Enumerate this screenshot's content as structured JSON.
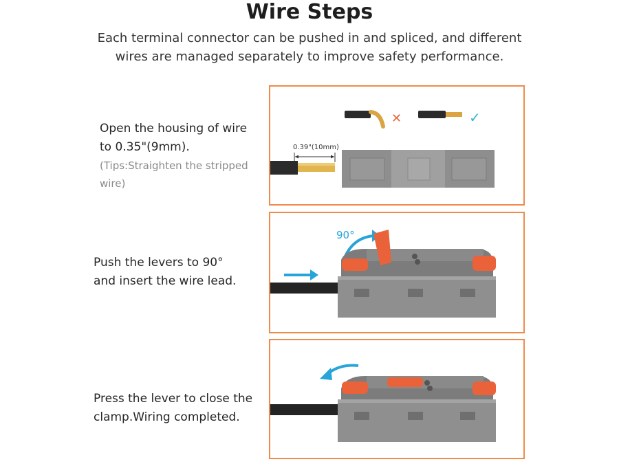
{
  "header": {
    "title": "Wire Steps",
    "subtitle_line1": "Each terminal connector can be pushed in and spliced, and different",
    "subtitle_line2": "wires are managed separately to improve safety performance."
  },
  "steps": [
    {
      "line1": "Open the housing of wire",
      "line2": "to 0.35\"(9mm).",
      "tip_line1": "(Tips:Straighten the stripped",
      "tip_line2": "wire)",
      "dimension_label": "0.39\"(10mm)",
      "wrong_mark": "✕",
      "right_mark": "✓"
    },
    {
      "line1": "Push the levers to 90°",
      "line2": "and insert the wire lead.",
      "angle_label": "90°"
    },
    {
      "line1": "Press the lever to close the",
      "line2": "clamp.Wiring completed."
    }
  ],
  "colors": {
    "panel_border": "#ef8a48",
    "accent_blue": "#27a4d8",
    "lever_orange": "#e9623a",
    "housing_gray": "#8e8e8e",
    "wrong_mark": "#e8653a",
    "right_mark": "#3ab3d8"
  }
}
